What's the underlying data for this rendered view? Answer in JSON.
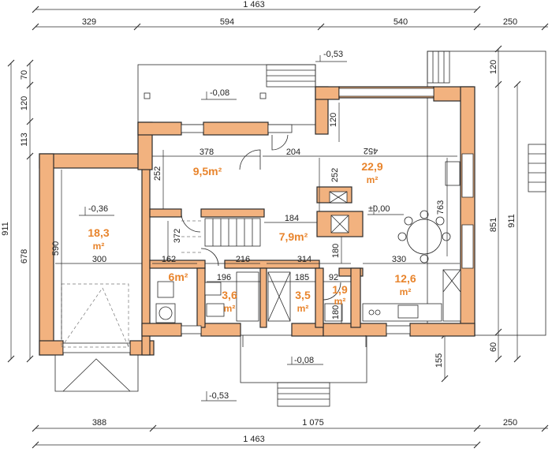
{
  "dimensions": {
    "top_total": "1 463",
    "top_segments": [
      "329",
      "594",
      "540",
      "250"
    ],
    "bottom_segments": [
      "388",
      "1 075",
      "250"
    ],
    "bottom_total": "1 463",
    "left_total": "911",
    "left_segments": [
      "70",
      "120",
      "113",
      "678"
    ],
    "right_segments": [
      "120",
      "851",
      "60"
    ],
    "right_total": "911",
    "right_outer_155": "155",
    "interior": {
      "d378": "378",
      "d204": "204",
      "d452": "452",
      "d252a": "252",
      "d252b": "252",
      "d120": "120",
      "d184": "184",
      "d372": "372",
      "d763": "763",
      "d590": "590",
      "d300": "300",
      "d162": "162",
      "d216": "216",
      "d314": "314",
      "d330": "330",
      "d196": "196",
      "d185": "185",
      "d92": "92",
      "d180a": "180",
      "d180b": "180"
    }
  },
  "levels": {
    "l_053_top": "-0,53",
    "l_008_top": "-0,08",
    "l_036": "-0,36",
    "l_000": "±0,00",
    "l_008_bottom": "-0,08",
    "l_053_bottom": "-0,53"
  },
  "rooms": {
    "r95": "9,5m²",
    "r229a": "22,9",
    "r229b": "m²",
    "r183a": "18,3",
    "r183b": "m²",
    "r79": "7,9m²",
    "r6": "6m²",
    "r36a": "3,6",
    "r36b": "m²",
    "r35a": "3,5",
    "r35b": "m²",
    "r19a": "1,9",
    "r19b": "m²",
    "r126a": "12,6",
    "r126b": "m²"
  },
  "colors": {
    "wall_fill": "#f2b27f",
    "room_label": "#e8842c",
    "line": "#2a2a2a"
  }
}
